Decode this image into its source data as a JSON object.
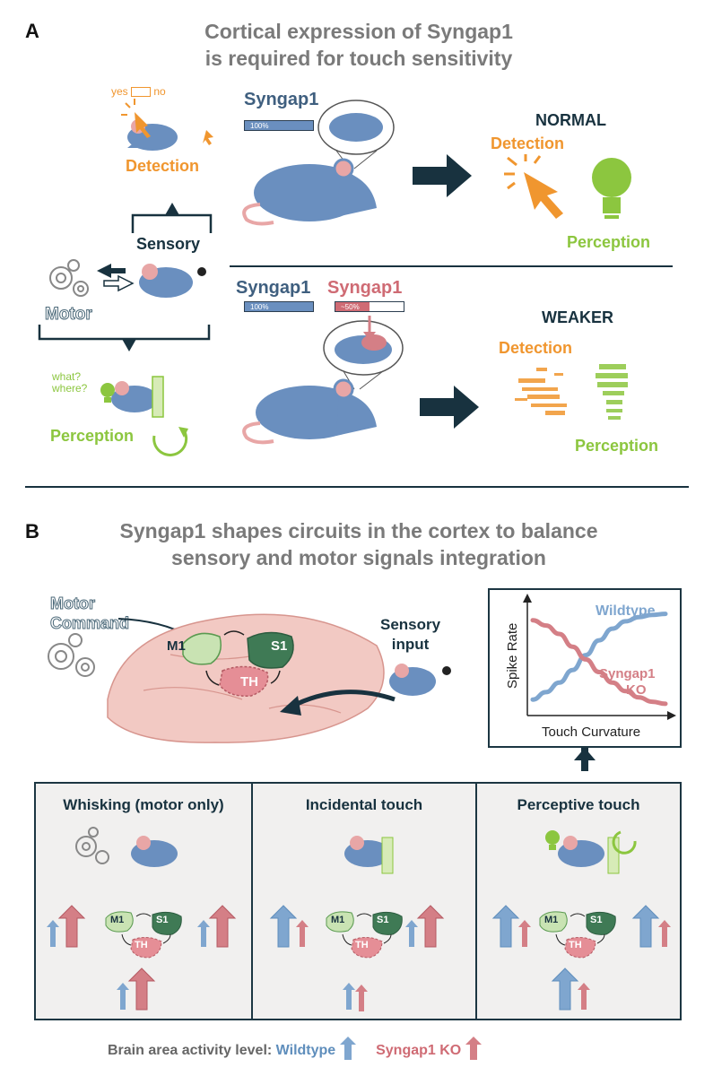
{
  "panelA": {
    "letter": "A",
    "title_line1": "Cortical expression of Syngap1",
    "title_line2": "is required for touch sensitivity",
    "left": {
      "yes": "yes",
      "no": "no",
      "detection": "Detection",
      "sensory": "Sensory",
      "motor": "Motor",
      "what": "what?",
      "where": "where?",
      "perception": "Perception"
    },
    "normal": {
      "gene": "Syngap1",
      "bar": "100%",
      "status": "NORMAL",
      "detection": "Detection",
      "perception": "Perception"
    },
    "weaker": {
      "gene_wt": "Syngap1",
      "bar_wt": "100%",
      "gene_ko": "Syngap1",
      "bar_ko": "~50%",
      "status": "WEAKER",
      "detection": "Detection",
      "perception": "Perception"
    }
  },
  "panelB": {
    "letter": "B",
    "title_line1": "Syngap1 shapes circuits in the cortex to balance",
    "title_line2": "sensory and motor signals integration",
    "motor_command_line1": "Motor",
    "motor_command_line2": "Command",
    "sensory_line1": "Sensory",
    "sensory_line2": "input",
    "regions": {
      "m1": "M1",
      "s1": "S1",
      "th": "TH"
    },
    "boxes": [
      {
        "title": "Whisking (motor only)"
      },
      {
        "title": "Incidental touch"
      },
      {
        "title": "Perceptive touch"
      }
    ],
    "legend": {
      "label": "Brain area activity level:",
      "wt": "Wildtype",
      "ko": "Syngap1 KO"
    }
  },
  "chart_data": {
    "type": "line",
    "xlabel": "Touch Curvature",
    "ylabel": "Spike Rate",
    "x": [
      0,
      1,
      2,
      3,
      4,
      5,
      6,
      7,
      8,
      9,
      10
    ],
    "series": [
      {
        "name": "Wildtype",
        "color": "#7fa6cf",
        "values": [
          0.1,
          0.17,
          0.26,
          0.38,
          0.52,
          0.66,
          0.77,
          0.84,
          0.88,
          0.9,
          0.91
        ]
      },
      {
        "name": "Syngap1 KO",
        "color": "#d47f86",
        "values": [
          0.85,
          0.8,
          0.72,
          0.6,
          0.48,
          0.36,
          0.26,
          0.18,
          0.12,
          0.08,
          0.06
        ]
      }
    ],
    "legend_wt": "Wildtype",
    "legend_ko_line1": "Syngap1",
    "legend_ko_line2": "KO"
  },
  "colors": {
    "dark": "#18323f",
    "orange": "#f0962f",
    "green": "#8cc63f",
    "mouse_blue": "#6a8fbf",
    "wt_blue": "#7fa6cf",
    "ko_pink": "#d47f86"
  }
}
